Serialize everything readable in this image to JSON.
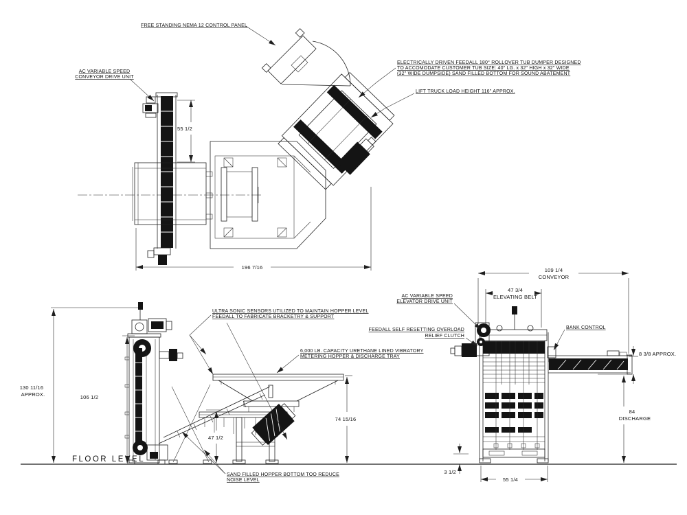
{
  "drawing": {
    "labels": {
      "control_panel": "FREE STANDING NEMA 12 CONTROL PANEL",
      "conveyor_drive_1": "AC VARIABLE SPEED",
      "conveyor_drive_2": "CONVEYOR DRIVE UNIT",
      "tub_dumper_1": "ELECTRICALLY DRIVEN FEEDALL 180° ROLLOVER TUB DUMPER DESIGNED",
      "tub_dumper_2": "TO ACCOMODATE CUSTOMER TUB SIZE: 40\" LG. x 32\" HIGH x 32\" WIDE",
      "tub_dumper_3": "(32\" WIDE DUMPSIDE) SAND FILLED BOTTOM FOR SOUND ABATEMENT",
      "lift_truck": "LIFT TRUCK LOAD HEIGHT 116\" APPROX.",
      "ultrasonic_1": "ULTRA SONIC SENSORS UTILIZED TO MAINTAIN HOPPER LEVEL",
      "ultrasonic_2": "FEEDALL TO FABRICATE BRACKETRY & SUPPORT",
      "clutch_1": "FEEDALL SELF RESETTING OVERLOAD",
      "clutch_2": "RELIEF CLUTCH",
      "hopper_1": "6,000 LB. CAPACITY URETHANE LINED VIBRATORY",
      "hopper_2": "METERING HOPPER & DISCHARGE TRAY",
      "elevator_drive_1": "AC VARIABLE SPEED",
      "elevator_drive_2": "ELEVATOR DRIVE UNIT",
      "bank_control": "BANK CONTROL",
      "sand_1": "SAND FILLED HOPPER BOTTOM TOO REDUCE",
      "sand_2": "NOISE LEVEL",
      "floor_level": "FLOOR LEVEL"
    },
    "dimensions": {
      "top_height": "55 1/2",
      "top_width": "196 7/16",
      "overall_height_1": "130 11/16",
      "overall_height_2": "APPROX.",
      "elevator_height": "106 1/2",
      "tray_height": "47 1/2",
      "hopper_height": "74 15/16",
      "conveyor_width_1": "109 1/4",
      "conveyor_width_2": "CONVEYOR",
      "belt_width_1": "47 3/4",
      "belt_width_2": "ELEVATING BELT",
      "lip_height": "8 3/8 APPROX.",
      "discharge_1": "84",
      "discharge_2": "DISCHARGE",
      "base_height": "3 1/2",
      "frame_width": "55 1/4"
    },
    "colors": {
      "line": "#1f1f1f",
      "background": "#ffffff"
    }
  }
}
